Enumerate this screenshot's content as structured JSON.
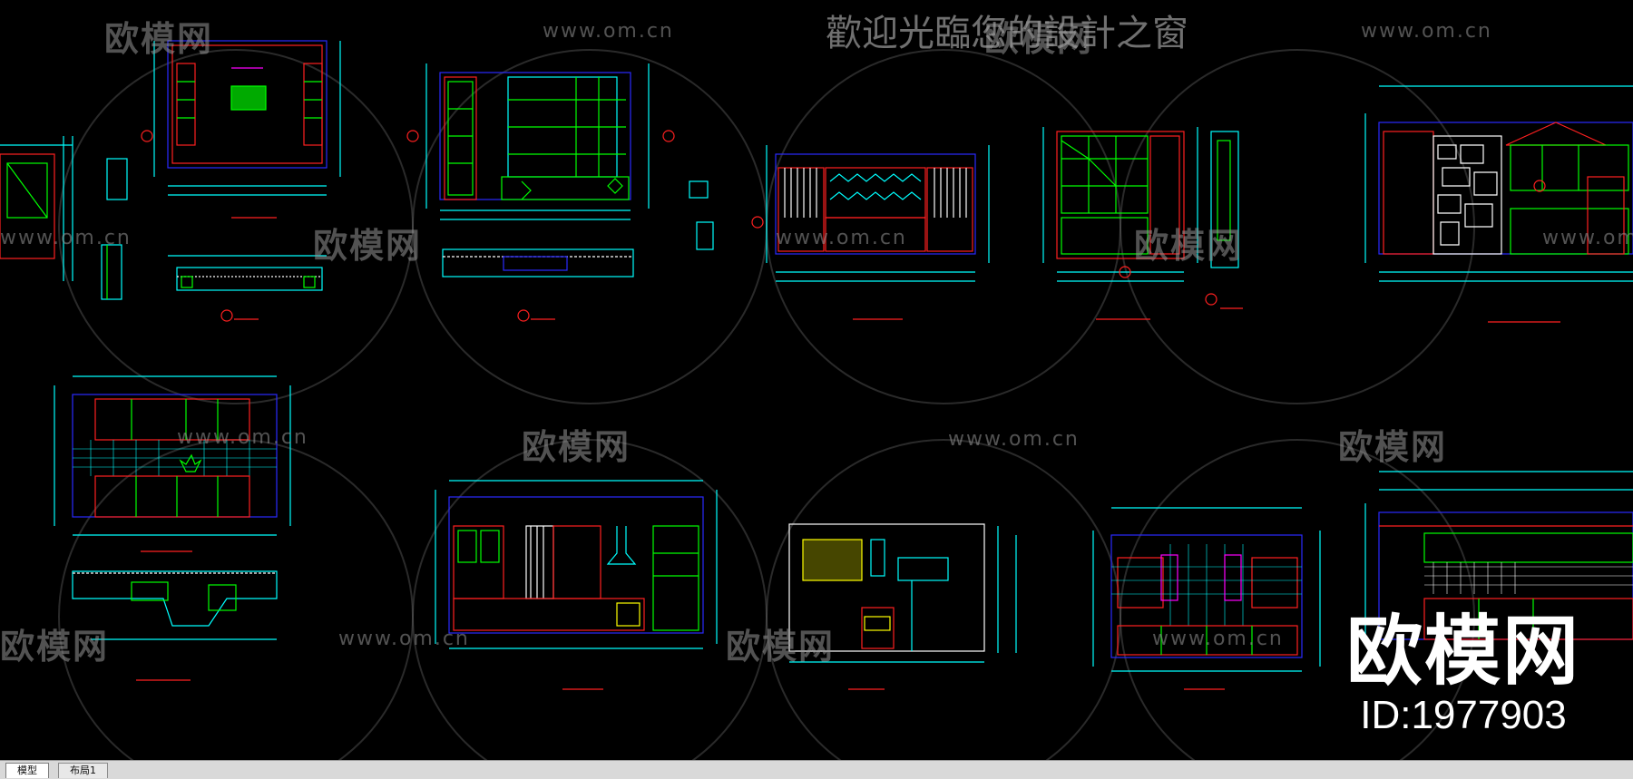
{
  "app": {
    "welcome_text": "歡迎光臨您的設計之窗"
  },
  "watermarks": {
    "brand_cn": "欧模网",
    "url": "www.om.cn"
  },
  "brand_badge": {
    "name": "欧模网",
    "id_label": "ID:1977903"
  },
  "tabs": [
    {
      "label": "模型",
      "active": true
    },
    {
      "label": "布局1",
      "active": false
    }
  ],
  "colors": {
    "background": "#000000",
    "cyan": "#00ffff",
    "green": "#00ff00",
    "red": "#ff2020",
    "blue": "#2a2aff",
    "yellow": "#ffff00",
    "white": "#ffffff"
  }
}
